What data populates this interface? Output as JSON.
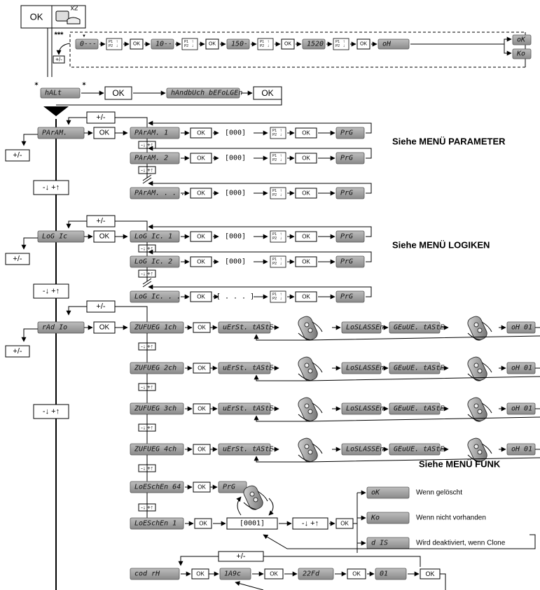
{
  "top": {
    "ok": "OK",
    "x2": "x2",
    "stars": "***",
    "plusminus": "+/-"
  },
  "test_sequence": [
    "0---",
    "10--",
    "150-",
    "1520",
    "oH"
  ],
  "test_results": [
    "oK",
    "Ko"
  ],
  "halt_row": {
    "halt": "hALt",
    "ok": "OK",
    "manual": "hAndbUch bEFoLGEn",
    "ok2": "OK"
  },
  "keys": {
    "plusminus": "+/-",
    "ok": "OK",
    "updown": "-↓ +↑",
    "p1": "P1",
    "p2": "P2",
    "prg": "PrG",
    "val": "[000]"
  },
  "menus": [
    {
      "name": "PArAM.",
      "items": [
        "PArAM. 1",
        "PArAM. 2",
        "PArAM. . . ."
      ],
      "caption": "Siehe MENÜ PARAMETER"
    },
    {
      "name": "LoG Ic",
      "items": [
        "LoG Ic. 1",
        "LoG Ic. 2",
        "LoG Ic. . . ."
      ],
      "caption": "Siehe MENÜ LOGIKEN"
    }
  ],
  "logic_last_val": "[ . . . ]",
  "radio": {
    "name": "rAd Io",
    "items": [
      "ZUFUEG 1ch",
      "ZUFUEG 2ch",
      "ZUFUEG 3ch",
      "ZUFUEG 4ch"
    ],
    "first_key": "uErSt. tAStE",
    "release": "LoSLASSEn",
    "second_key": "GEuUE. tAStE",
    "done": "oH 01",
    "delete_all": "LoESchEn 64",
    "delete_one": "LoESchEn 1",
    "delete_val": "[0001]",
    "caption": "Siehe MENÜ FUNK",
    "results": [
      {
        "lcd": "oK",
        "text": "Wenn gelöscht"
      },
      {
        "lcd": "Ko",
        "text": "Wenn nicht vorhanden"
      },
      {
        "lcd": "d IS",
        "text": "Wird deaktiviert, wenn Clone"
      }
    ],
    "cod": "cod rH",
    "cod_vals": [
      "1A9c",
      "22Fd",
      "01"
    ]
  }
}
